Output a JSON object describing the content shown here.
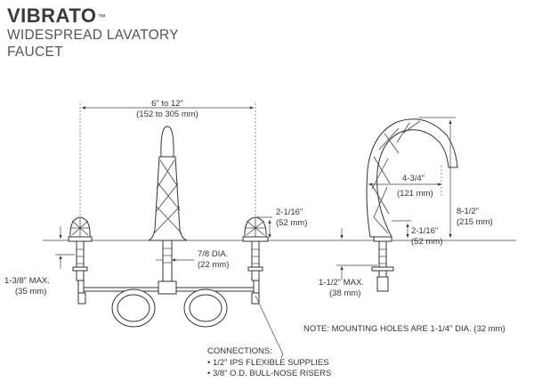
{
  "header": {
    "brand": "VIBRATO",
    "trademark": "™",
    "subtitle_line1": "WIDESPREAD LAVATORY",
    "subtitle_line2": "FAUCET"
  },
  "dimensions": {
    "spread": {
      "line1": "6\" to 12\"",
      "line2": "(152 to 305 mm)"
    },
    "handle_height": {
      "line1": "2-1/16\"",
      "line2": "(52 mm)"
    },
    "spout_dia": {
      "line1": "7/8 DIA.",
      "line2": "(22 mm)"
    },
    "max_deck_left": {
      "line1": "1-3/8\" MAX.",
      "line2": "(35 mm)"
    },
    "spout_reach": {
      "line1": "4-3/4\"",
      "line2": "(121 mm)"
    },
    "overall_height": {
      "line1": "8-1/2\"",
      "line2": "(215 mm)"
    },
    "side_base_height": {
      "line1": "2-1/16\"",
      "line2": "(52 mm)"
    },
    "max_deck_right": {
      "line1": "1-1/2\" MAX.",
      "line2": "(38 mm)"
    }
  },
  "notes": {
    "mounting_holes": "NOTE: MOUNTING HOLES ARE 1-1/4\" DIA. (32 mm)",
    "connections_title": "CONNECTIONS:",
    "connections_items": [
      "• 1/2\" IPS FLEXIBLE SUPPLIES",
      "• 3/8\" O.D. BULL-NOSE RISERS"
    ]
  }
}
